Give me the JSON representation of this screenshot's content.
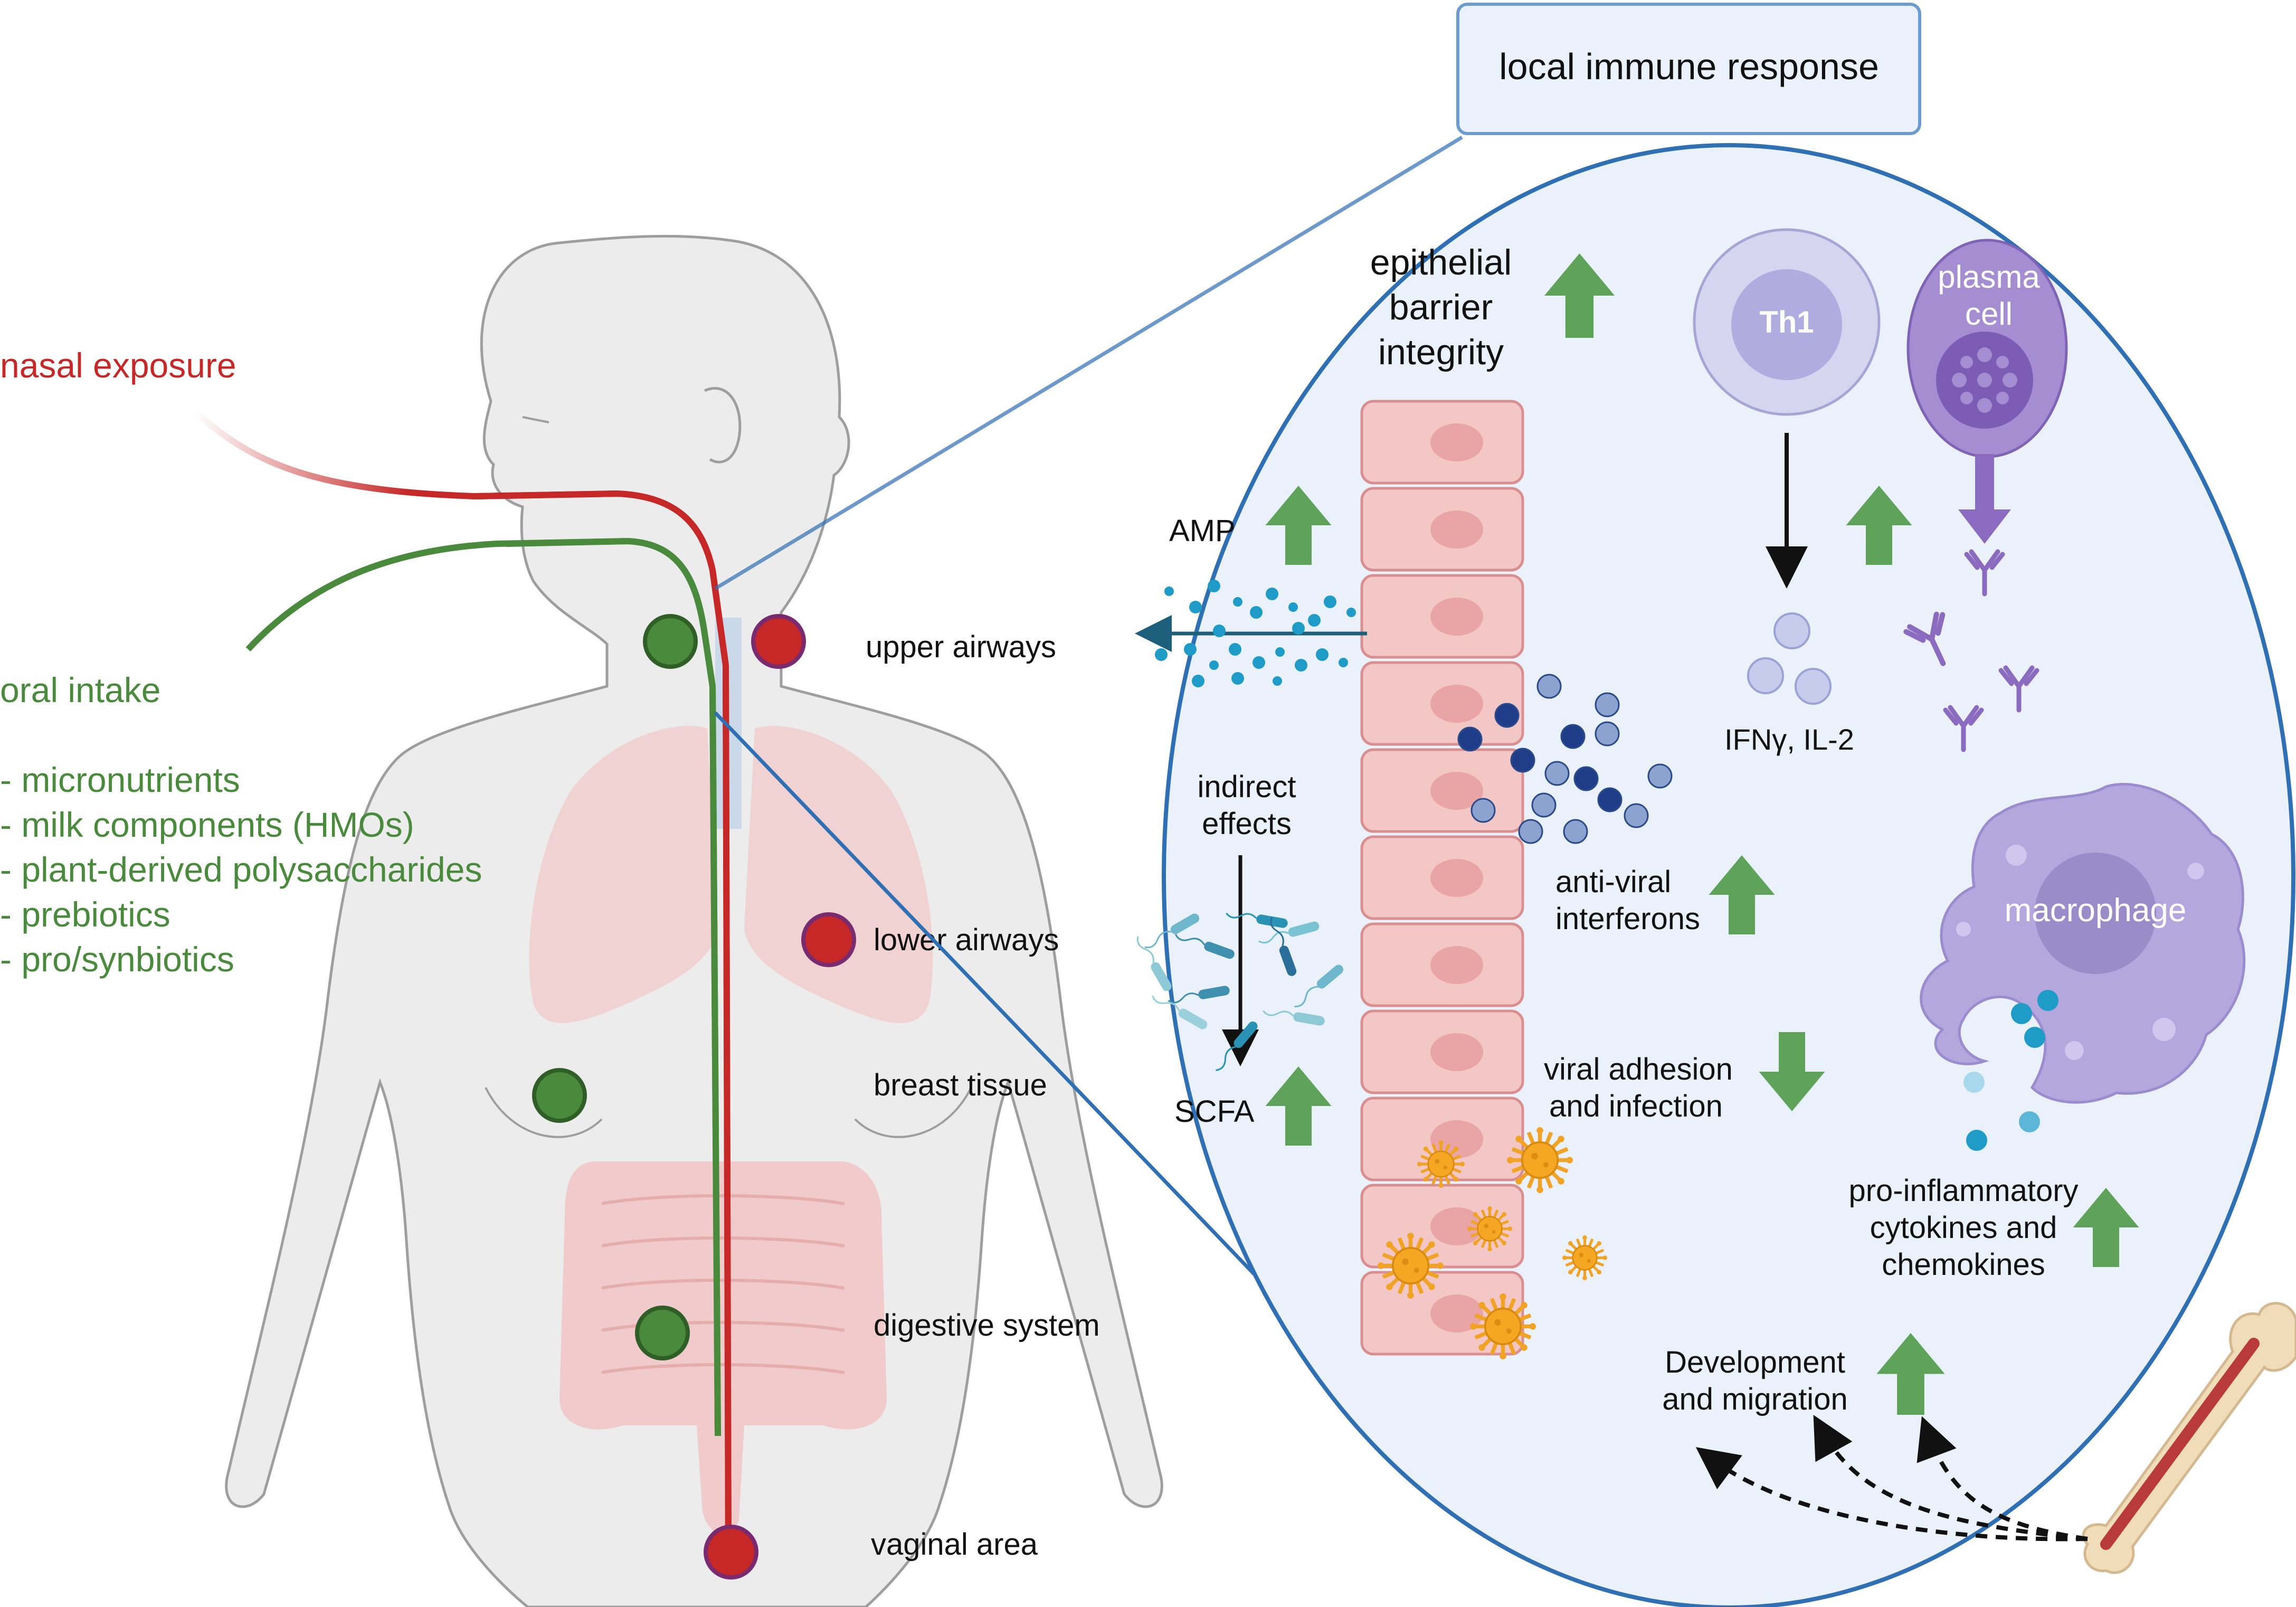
{
  "title_box": {
    "text": "local immune response"
  },
  "routes": {
    "nasal": {
      "label": "nasal exposure",
      "color": "#c62828"
    },
    "oral": {
      "label": "oral intake",
      "color": "#4a8a3c",
      "items": [
        "- micronutrients",
        "- milk components (HMOs)",
        "- plant-derived polysaccharides",
        "- prebiotics",
        "- pro/synbiotics"
      ]
    }
  },
  "body_sites": [
    {
      "label": "upper airways",
      "marker": "red"
    },
    {
      "label": "lower airways",
      "marker": "red"
    },
    {
      "label": "breast tissue",
      "marker": "green"
    },
    {
      "label": "digestive system",
      "marker": "green"
    },
    {
      "label": "vaginal area",
      "marker": "red"
    }
  ],
  "epithelium": {
    "title_lines": [
      "epithelial",
      "barrier",
      "integrity"
    ],
    "title_trend": "up"
  },
  "effects": {
    "amp": {
      "label": "AMP",
      "trend": "up"
    },
    "indirect": {
      "lines": [
        "indirect",
        "effects"
      ]
    },
    "scfa": {
      "label": "SCFA",
      "trend": "up"
    },
    "interferons": {
      "lines": [
        "anti-viral",
        "interferons"
      ],
      "trend": "up"
    },
    "viral": {
      "lines": [
        "viral adhesion",
        "and infection"
      ],
      "trend": "down"
    },
    "th1": {
      "label": "Th1",
      "trend": "up"
    },
    "ifn": {
      "label": "IFNγ, IL-2"
    },
    "plasma": {
      "lines": [
        "plasma",
        "cell"
      ]
    },
    "macrophage": {
      "label": "macrophage"
    },
    "cytokines": {
      "lines": [
        "pro-inflammatory",
        "cytokines and",
        "chemokines"
      ],
      "trend": "up"
    },
    "development": {
      "lines": [
        "Development",
        "and migration"
      ],
      "trend": "up"
    }
  },
  "colors": {
    "up_arrow": "#5fa35a",
    "panel_fill": "#eaf1fa",
    "panel_stroke": "#2f6fb3",
    "cell_fill": "#f4c7c7",
    "cell_stroke": "#d98f8f",
    "virus": "#f0a324",
    "macrophage": "#b3a7de",
    "th1": "#c8c5ec",
    "plasma": "#9a83c8",
    "antibody": "#8b6bbf"
  }
}
